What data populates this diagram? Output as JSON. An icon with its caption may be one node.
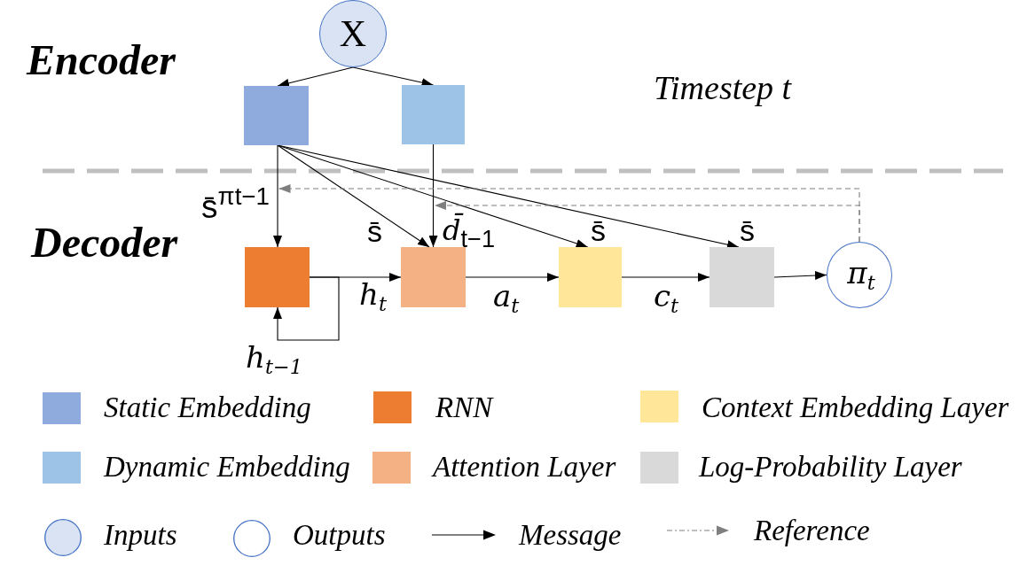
{
  "diagram": {
    "nodes": [
      {
        "text": [
          "X"
        ]
      },
      {
        "text": [],
        "shape": "box"
      },
      {
        "text": [],
        "shape": "box"
      },
      {
        "text": [],
        "shape": "box"
      },
      {
        "text": [],
        "shape": "box"
      },
      {
        "text": [],
        "shape": "box"
      },
      {
        "text": [],
        "shape": "box"
      },
      {
        "text": [
          "π$_{t}$"
        ]
      }
    ],
    "edges": [
      {
        "from": 0,
        "to": 1,
        "arrow": "to"
      },
      {
        "from": 0,
        "to": 2,
        "arrow": "to"
      },
      {
        "from": 1,
        "to": 3,
        "arrow": "to",
        "label": "s̄$^{πt−1}$"
      },
      {
        "from": 1,
        "to": 4,
        "arrow": "to",
        "label": "s̄"
      },
      {
        "from": 1,
        "to": 5,
        "arrow": "to",
        "label": "s̄"
      },
      {
        "from": 1,
        "to": 6,
        "arrow": "to",
        "label": "s̄"
      },
      {
        "from": 2,
        "to": 4,
        "arrow": "to",
        "label": "d̄$_{t−1}$"
      },
      {
        "from": 3,
        "to": 4,
        "arrow": "to",
        "label": "h$_{t}$"
      },
      {
        "from": 4,
        "to": 5,
        "arrow": "to",
        "label": "a$_{t}$"
      },
      {
        "from": 5,
        "to": 6,
        "arrow": "to",
        "label": "c$_{t}$"
      },
      {
        "from": 6,
        "to": 7,
        "arrow": "to"
      },
      {
        "from": 3,
        "to": 3,
        "arrow": "to",
        "label": "h$_{t−1}$"
      },
      {
        "from": 7,
        "to": null,
        "arrow": "to",
        "style": "dashed",
        "color": "#7f7f7f"
      },
      {
        "from": 7,
        "to": null,
        "arrow": "to",
        "style": "dashed",
        "color": "#7f7f7f"
      }
    ],
    "labels": [
      "Encoder",
      "Timestep t",
      "Decoder"
    ],
    "legend": [
      {
        "text": "Static Embedding",
        "color": "#8faadc"
      },
      {
        "text": "RNN",
        "color": "#ed7d31"
      },
      {
        "text": "Context Embedding Layer",
        "color": "#ffe699"
      },
      {
        "text": "Dynamic Embedding",
        "color": "#9dc3e6"
      },
      {
        "text": "Attention Layer",
        "color": "#f4b183"
      },
      {
        "text": "Log-Probability Layer",
        "color": "#d9d9d9"
      },
      {
        "text": "Inputs"
      },
      {
        "text": "Outputs"
      },
      {
        "text": "Message"
      },
      {
        "text": "Reference"
      }
    ]
  }
}
